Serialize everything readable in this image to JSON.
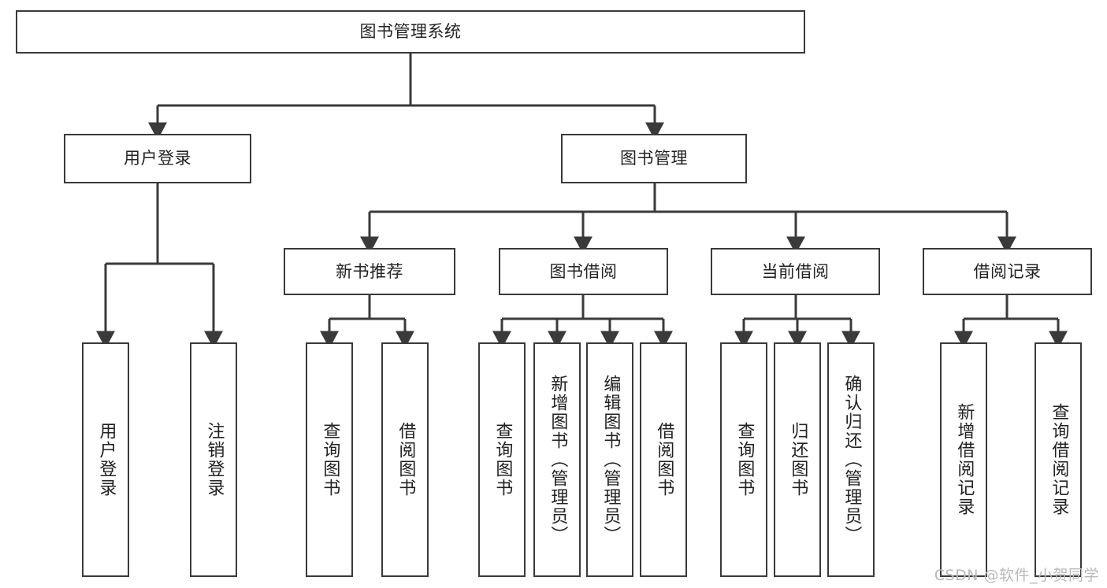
{
  "diagram": {
    "type": "tree-hierarchy",
    "title": "图书管理系统",
    "watermark": "CSDN @软件_小贺同学",
    "colors": {
      "box_border": "#3a3a3a",
      "box_fill": "#ffffff",
      "connector": "#3a3a3a",
      "text": "#222222",
      "watermark": "#b9b9b9",
      "background": "#ffffff"
    },
    "nodes": {
      "root": {
        "label": "图书管理系统"
      },
      "level1": [
        {
          "id": "user-login",
          "label": "用户登录"
        },
        {
          "id": "book-management",
          "label": "图书管理"
        }
      ],
      "level2": [
        {
          "id": "new-book-recommend",
          "label": "新书推荐"
        },
        {
          "id": "book-borrow",
          "label": "图书借阅"
        },
        {
          "id": "current-borrow",
          "label": "当前借阅"
        },
        {
          "id": "borrow-record",
          "label": "借阅记录"
        }
      ],
      "leaves": {
        "user-login": [
          {
            "id": "leaf-user-login",
            "label": "用户登录"
          },
          {
            "id": "leaf-logout-login",
            "label": "注销登录"
          }
        ],
        "new-book-recommend": [
          {
            "id": "leaf-query-book-1",
            "label": "查询图书"
          },
          {
            "id": "leaf-borrow-book-1",
            "label": "借阅图书"
          }
        ],
        "book-borrow": [
          {
            "id": "leaf-query-book-2",
            "label": "查询图书"
          },
          {
            "id": "leaf-add-book-admin",
            "label": "新增图书（管理员）"
          },
          {
            "id": "leaf-edit-book-admin",
            "label": "编辑图书（管理员）"
          },
          {
            "id": "leaf-borrow-book-2",
            "label": "借阅图书"
          }
        ],
        "current-borrow": [
          {
            "id": "leaf-query-book-3",
            "label": "查询图书"
          },
          {
            "id": "leaf-return-book",
            "label": "归还图书"
          },
          {
            "id": "leaf-confirm-return-admin",
            "label": "确认归还（管理员）"
          }
        ],
        "borrow-record": [
          {
            "id": "leaf-add-borrow-record",
            "label": "新增借阅记录"
          },
          {
            "id": "leaf-query-borrow-record",
            "label": "查询借阅记录"
          }
        ]
      }
    }
  }
}
